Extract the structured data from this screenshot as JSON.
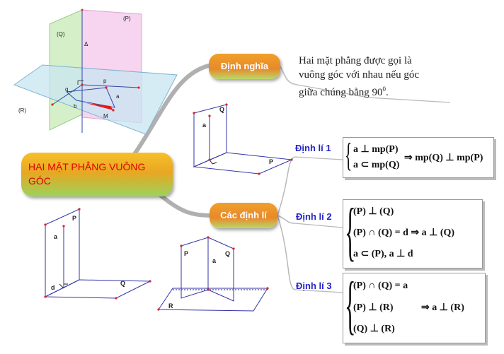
{
  "central": {
    "title": "HAI MẶT PHẲNG VUÔNG GÓC"
  },
  "branches": {
    "definition": "Định nghĩa",
    "theorems": "Các định lí"
  },
  "definition_text": {
    "line1": "Hai mặt phẳng được gọi là",
    "line2": "vuông góc với nhau nếu góc",
    "line3": "giữa chúng bằng 90",
    "sup": "0",
    "end": "."
  },
  "theorem_labels": [
    "Định lí 1",
    "Định lí 2",
    "Định lí 3"
  ],
  "theorem1": {
    "cond1": "a ⊥ mp(P)",
    "cond2": "a ⊂ mp(Q)",
    "result": "⇒ mp(Q) ⊥ mp(P)"
  },
  "theorem2": {
    "cond1": "(P) ⊥ (Q)",
    "cond2": "(P) ∩ (Q) = d ⇒ a ⊥ (Q)",
    "cond3": "a ⊂ (P), a ⊥ d"
  },
  "theorem3": {
    "cond1": "(P) ∩ (Q) = a",
    "cond2": "(P) ⊥ (R)",
    "result": "⇒ a ⊥ (R)",
    "cond3": "(Q) ⊥ (R)"
  },
  "fig_top_labels": {
    "P": "(P)",
    "Q": "(Q)",
    "R": "(R)",
    "delta": "Δ",
    "p": "p",
    "q": "q",
    "a": "a",
    "b": "b",
    "M": "M"
  },
  "fig_mid_labels": {
    "Q": "Q",
    "a": "a",
    "P": "P"
  },
  "fig_bottom_left_labels": {
    "P": "P",
    "a": "a",
    "d": "d",
    "Q": "Q"
  },
  "fig_bottom_mid_labels": {
    "P": "P",
    "Q": "Q",
    "a": "a",
    "R": "R"
  }
}
